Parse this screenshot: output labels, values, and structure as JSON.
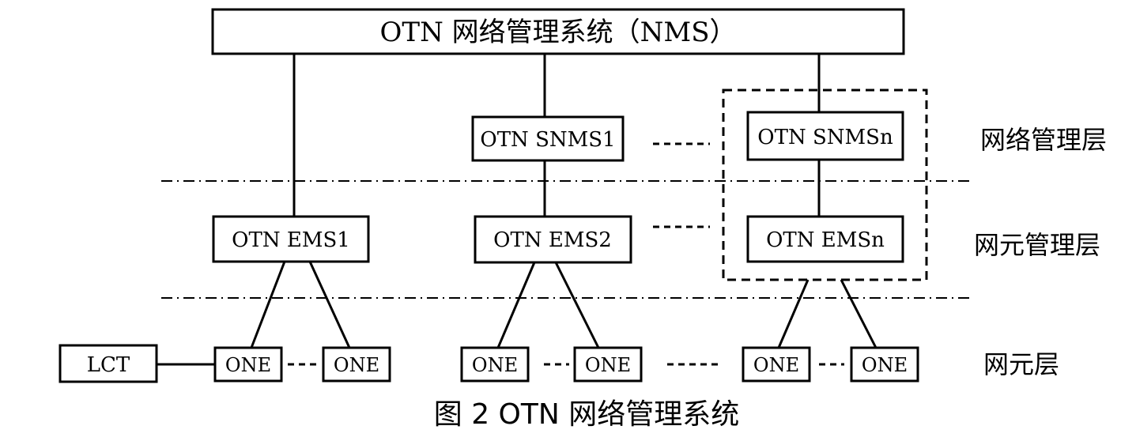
{
  "nms": {
    "label": "OTN 网络管理系统（NMS）"
  },
  "snms": {
    "first": "OTN SNMS1",
    "last": "OTN SNMSn"
  },
  "ems": {
    "first": "OTN EMS1",
    "second": "OTN EMS2",
    "last": "OTN EMSn"
  },
  "lct": {
    "label": "LCT"
  },
  "one": {
    "label": "ONE"
  },
  "layers": {
    "network_mgmt": "网络管理层",
    "element_mgmt": "网元管理层",
    "element": "网元层"
  },
  "caption": "图 2 OTN 网络管理系统"
}
